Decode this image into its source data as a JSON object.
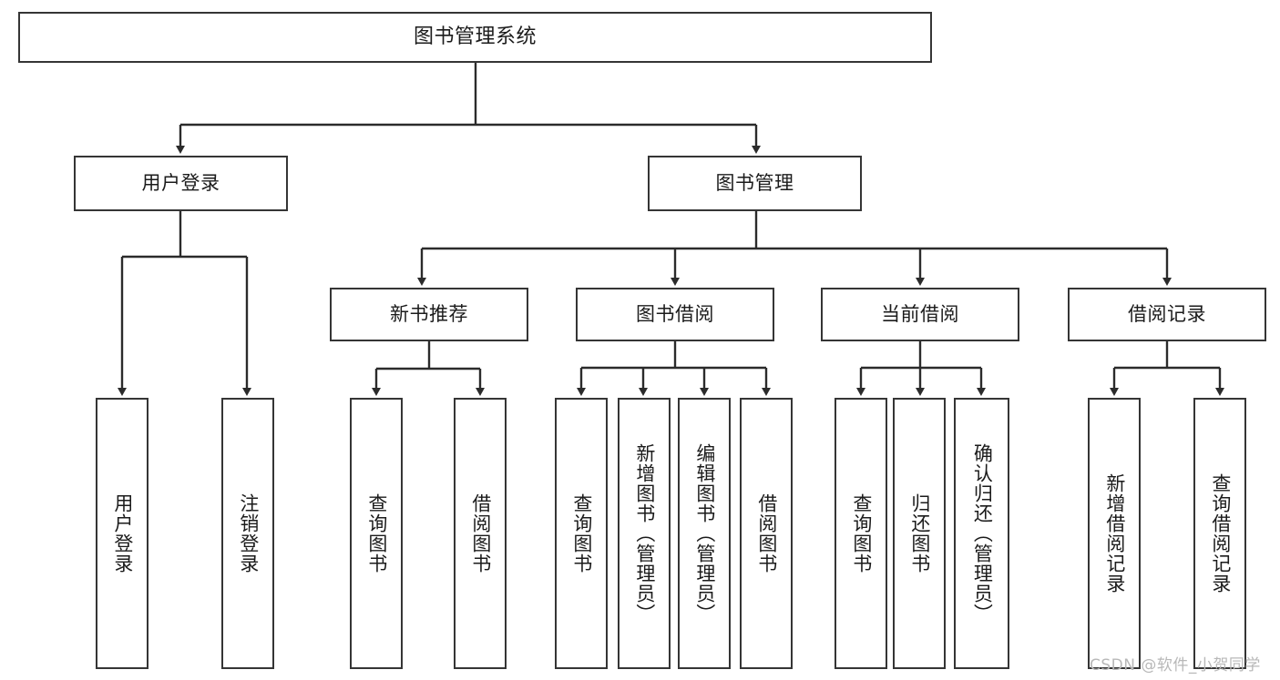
{
  "diagram": {
    "type": "hierarchy-tree",
    "title": "图书管理系统",
    "watermark": "CSDN @软件_小贺同学",
    "colors": {
      "box_border": "#353535",
      "box_fill": "#ffffff",
      "connector": "#2b2b2b",
      "text": "#1b1b1b",
      "watermark": "#b8b8b8",
      "background": "#ffffff"
    },
    "nodes": {
      "root": {
        "label": "图书管理系统",
        "level": 1,
        "orientation": "horizontal"
      },
      "level2": [
        {
          "id": "user-login",
          "label": "用户登录",
          "orientation": "horizontal"
        },
        {
          "id": "book-manage",
          "label": "图书管理",
          "orientation": "horizontal"
        }
      ],
      "level3": [
        {
          "id": "new-book-recommend",
          "label": "新书推荐",
          "orientation": "horizontal"
        },
        {
          "id": "book-borrow",
          "label": "图书借阅",
          "orientation": "horizontal"
        },
        {
          "id": "current-borrow",
          "label": "当前借阅",
          "orientation": "horizontal"
        },
        {
          "id": "borrow-record",
          "label": "借阅记录",
          "orientation": "horizontal"
        }
      ],
      "leaves": [
        {
          "id": "leaf-user-login",
          "label": "用户登录",
          "parent": "user-login",
          "orientation": "vertical"
        },
        {
          "id": "leaf-user-logout",
          "label": "注销登录",
          "parent": "user-login",
          "orientation": "vertical"
        },
        {
          "id": "leaf-query-book-1",
          "label": "查询图书",
          "parent": "new-book-recommend",
          "orientation": "vertical"
        },
        {
          "id": "leaf-borrow-book-1",
          "label": "借阅图书",
          "parent": "new-book-recommend",
          "orientation": "vertical"
        },
        {
          "id": "leaf-query-book-2",
          "label": "查询图书",
          "parent": "book-borrow",
          "orientation": "vertical"
        },
        {
          "id": "leaf-add-book",
          "label": "新增图书（管理员）",
          "parent": "book-borrow",
          "orientation": "vertical"
        },
        {
          "id": "leaf-edit-book",
          "label": "编辑图书（管理员）",
          "parent": "book-borrow",
          "orientation": "vertical"
        },
        {
          "id": "leaf-borrow-book-2",
          "label": "借阅图书",
          "parent": "book-borrow",
          "orientation": "vertical"
        },
        {
          "id": "leaf-query-book-3",
          "label": "查询图书",
          "parent": "current-borrow",
          "orientation": "vertical"
        },
        {
          "id": "leaf-return-book",
          "label": "归还图书",
          "parent": "current-borrow",
          "orientation": "vertical"
        },
        {
          "id": "leaf-confirm-return",
          "label": "确认归还（管理员）",
          "parent": "current-borrow",
          "orientation": "vertical"
        },
        {
          "id": "leaf-add-record",
          "label": "新增借阅记录",
          "parent": "borrow-record",
          "orientation": "vertical"
        },
        {
          "id": "leaf-query-record",
          "label": "查询借阅记录",
          "parent": "borrow-record",
          "orientation": "vertical"
        }
      ]
    }
  }
}
